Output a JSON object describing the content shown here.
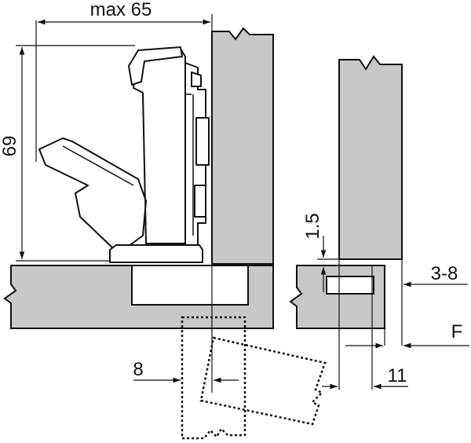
{
  "labels": {
    "max_width": "max 65",
    "height": "69",
    "gap": "1.5",
    "overlay_range": "3-8",
    "force": "F",
    "offset": "8",
    "thickness": "11"
  },
  "colors": {
    "panel_fill": "#c8c8c9",
    "line": "#111111",
    "background": "#ffffff"
  }
}
